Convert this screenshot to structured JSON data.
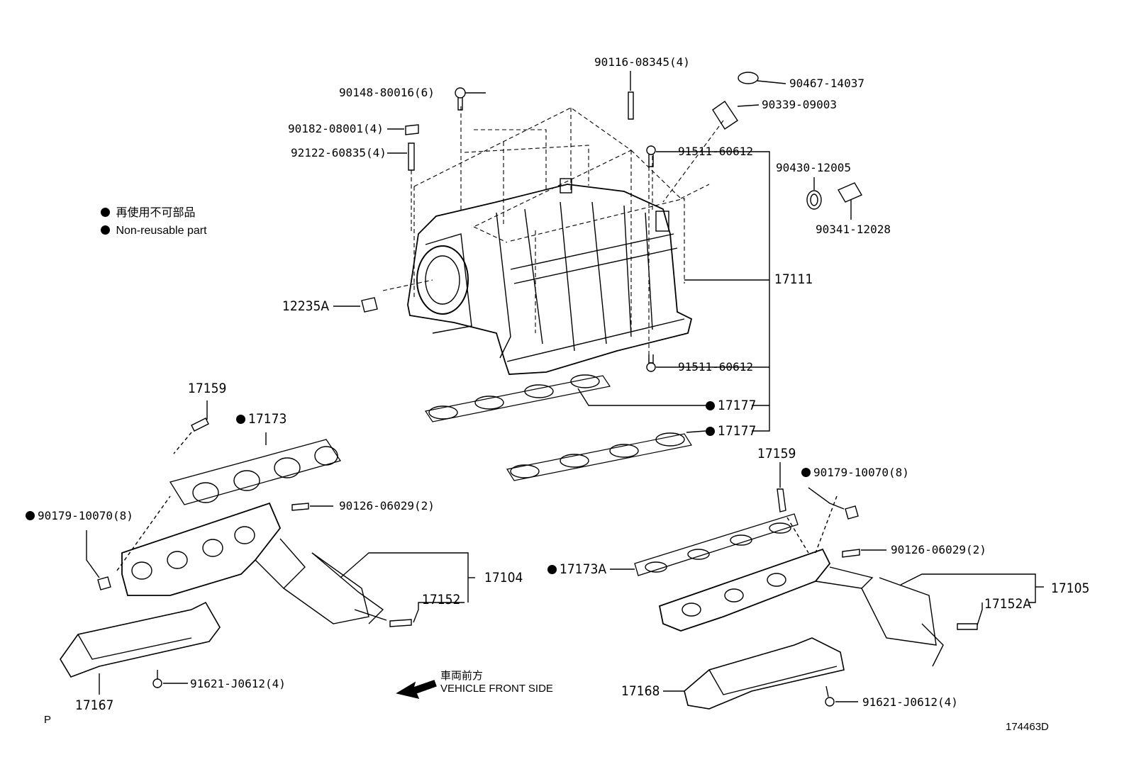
{
  "legend": {
    "items": [
      {
        "symbol": "filled-circle-icon",
        "text": "再使用不可部品"
      },
      {
        "symbol": "filled-circle-icon",
        "text": "Non-reusable part"
      }
    ]
  },
  "parts": {
    "p90116_08345": "90116-08345(4)",
    "p90467_14037": "90467-14037",
    "p90148_80016": "90148-80016(6)",
    "p90339_09003": "90339-09003",
    "p90182_08001": "90182-08001(4)",
    "p91511_60612_top": "91511-60612",
    "p92122_60835": "92122-60835(4)",
    "p90430_12005": "90430-12005",
    "p90341_12028": "90341-12028",
    "p17111": "17111",
    "p12235A": "12235A",
    "p91511_60612_bottom": "91511-60612",
    "p17159_left": "17159",
    "p17177_a": "17177",
    "p17173": "17173",
    "p17177_b": "17177",
    "p17159_right": "17159",
    "p90179_10070_right": "90179-10070(8)",
    "p90179_10070_left": "90179-10070(8)",
    "p90126_06029_left": "90126-06029(2)",
    "p90126_06029_right": "90126-06029(2)",
    "p17173A": "17173A",
    "p17104": "17104",
    "p17105": "17105",
    "p17152": "17152",
    "p17152A": "17152A",
    "p17168": "17168",
    "p91621_J0612_left": "91621-J0612(4)",
    "p91621_J0612_right": "91621-J0612(4)",
    "p17167": "17167"
  },
  "front_indicator": {
    "line1": "車両前方",
    "line2": "VEHICLE FRONT SIDE",
    "arrow_icon": "left-arrow-icon"
  },
  "corner_mark": "P",
  "figure_number": "174463D"
}
